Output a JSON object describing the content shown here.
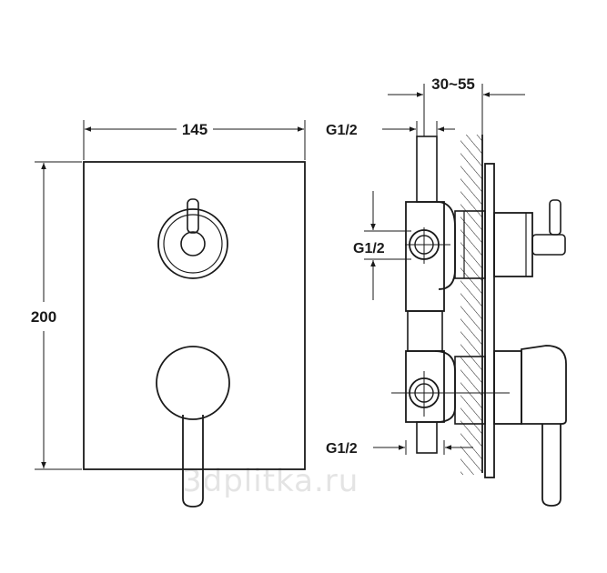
{
  "front_view": {
    "width_label": "145",
    "height_label": "200"
  },
  "side_view": {
    "depth_label": "30~55",
    "top_thread_label": "G1/2",
    "mid_thread_label": "G1/2",
    "bottom_thread_label": "G1/2"
  },
  "watermark": "3dplitka.ru",
  "colors": {
    "line": "#1a1a1a",
    "watermark": "#e4e4e4"
  }
}
